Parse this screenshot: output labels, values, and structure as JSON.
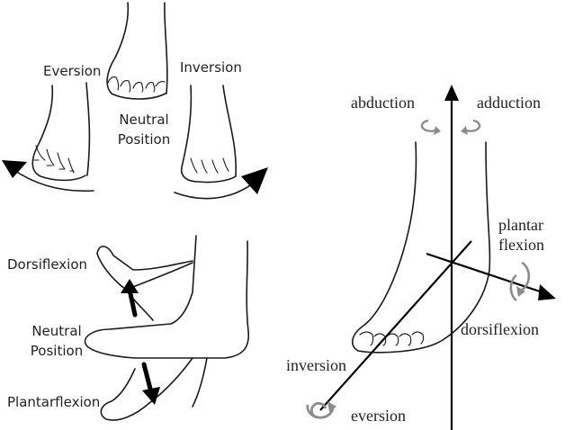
{
  "colors": {
    "ink": "#1a1a1a",
    "background": "#ffffff",
    "rotation_arrow": "#8c8c8c"
  },
  "top_left": {
    "eversion": "Eversion",
    "inversion": "Inversion",
    "neutral_line1": "Neutral",
    "neutral_line2": "Position"
  },
  "bottom_left": {
    "dorsiflexion": "Dorsiflexion",
    "neutral_line1": "Neutral",
    "neutral_line2": "Position",
    "plantarflexion": "Plantarflexion"
  },
  "right": {
    "abduction": "abduction",
    "adduction": "adduction",
    "plantar_line1": "plantar",
    "plantar_line2": "flexion",
    "dorsiflexion": "dorsiflexion",
    "inversion": "inversion",
    "eversion": "eversion"
  }
}
